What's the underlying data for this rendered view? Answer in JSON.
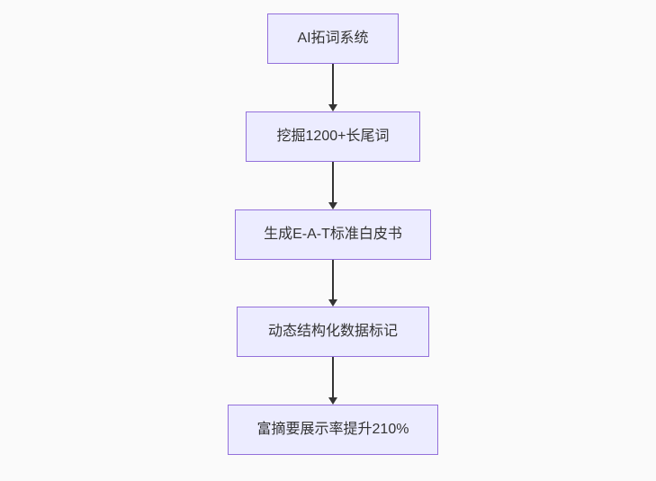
{
  "background": "#fafafa",
  "colors": {
    "background": "#fafafa",
    "node_fill": "#ECECFF",
    "node_border": "#9370DB",
    "node_text": "#333333",
    "arrow": "#333333"
  },
  "flowchart": {
    "type": "flowchart",
    "direction": "top-down",
    "nodes": [
      {
        "label": "AI拓词系统"
      },
      {
        "label": "挖掘1200+长尾词"
      },
      {
        "label": "生成E-A-T标准白皮书"
      },
      {
        "label": "动态结构化数据标记"
      },
      {
        "label": "富摘要展示率提升210%"
      }
    ],
    "edges": [
      {
        "from": 0,
        "to": 1
      },
      {
        "from": 1,
        "to": 2
      },
      {
        "from": 2,
        "to": 3
      },
      {
        "from": 3,
        "to": 4
      }
    ]
  }
}
